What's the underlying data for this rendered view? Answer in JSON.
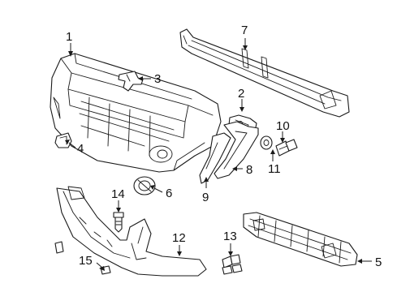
{
  "diagram": {
    "callouts": [
      {
        "id": "1",
        "label": "1"
      },
      {
        "id": "2",
        "label": "2"
      },
      {
        "id": "3",
        "label": "3"
      },
      {
        "id": "4",
        "label": "4"
      },
      {
        "id": "5",
        "label": "5"
      },
      {
        "id": "6",
        "label": "6"
      },
      {
        "id": "7",
        "label": "7"
      },
      {
        "id": "8",
        "label": "8"
      },
      {
        "id": "9",
        "label": "9"
      },
      {
        "id": "10",
        "label": "10"
      },
      {
        "id": "11",
        "label": "11"
      },
      {
        "id": "12",
        "label": "12"
      },
      {
        "id": "13",
        "label": "13"
      },
      {
        "id": "14",
        "label": "14"
      },
      {
        "id": "15",
        "label": "15"
      }
    ],
    "colors": {
      "line": "#1a1a1a",
      "background": "#ffffff"
    }
  }
}
